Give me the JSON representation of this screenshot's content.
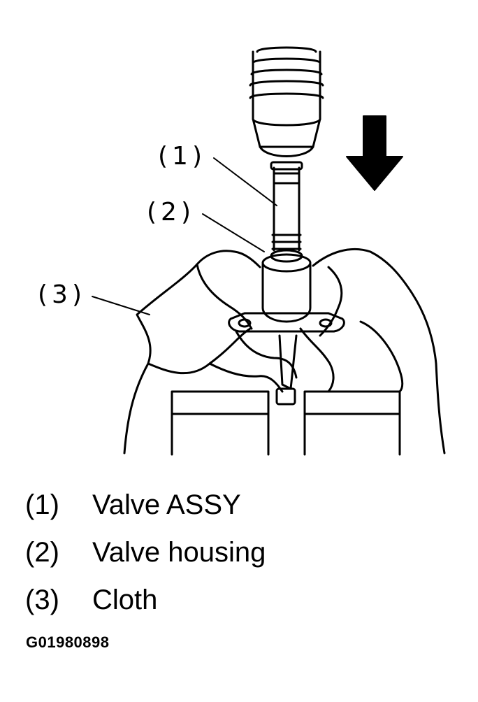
{
  "callouts": [
    {
      "id": "1",
      "label": "(1)"
    },
    {
      "id": "2",
      "label": "(2)"
    },
    {
      "id": "3",
      "label": "(3)"
    }
  ],
  "legend": [
    {
      "num": "(1)",
      "text": "Valve ASSY"
    },
    {
      "num": "(2)",
      "text": "Valve housing"
    },
    {
      "num": "(3)",
      "text": "Cloth"
    }
  ],
  "figure_code": "G01980898",
  "icons": {
    "arrow": "down-arrow-icon"
  },
  "colors": {
    "ink": "#000000",
    "paper": "#ffffff"
  }
}
